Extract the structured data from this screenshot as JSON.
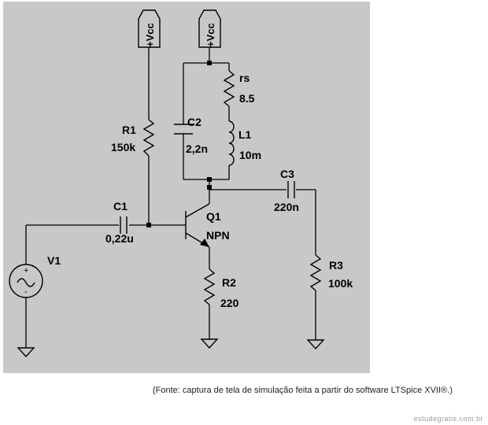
{
  "schematic": {
    "supply_labels": [
      "+Vcc",
      "+Vcc"
    ],
    "components": {
      "r1": {
        "name": "R1",
        "value": "150k"
      },
      "c2": {
        "name": "C2",
        "value": "2,2n"
      },
      "rs": {
        "name": "rs",
        "value": "8.5"
      },
      "l1": {
        "name": "L1",
        "value": "10m"
      },
      "c3": {
        "name": "C3",
        "value": "220n"
      },
      "c1": {
        "name": "C1",
        "value": "0,22u"
      },
      "q1": {
        "name": "Q1",
        "type": "NPN"
      },
      "v1": {
        "name": "V1",
        "plus": "+",
        "minus": "-"
      },
      "r2": {
        "name": "R2",
        "value": "220"
      },
      "r3": {
        "name": "R3",
        "value": "100k"
      }
    }
  },
  "caption": "(Fonte: captura de tela de simulação feita a partir do software LTSpice XVII®.)",
  "watermark": "estudegratis.com.br"
}
